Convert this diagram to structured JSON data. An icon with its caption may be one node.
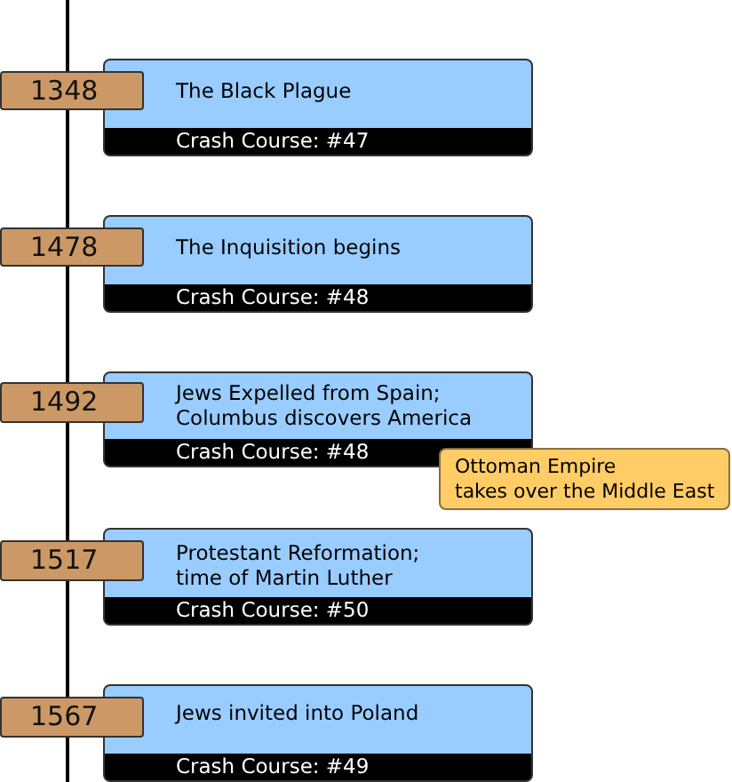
{
  "diagram": {
    "nodes": [
      {
        "text": [
          "1348"
        ]
      },
      {
        "text": [
          "The Black Plague",
          "Crash Course: #47"
        ]
      },
      {
        "text": [
          "1478"
        ]
      },
      {
        "text": [
          "The Inquisition begins",
          "Crash Course: #48"
        ]
      },
      {
        "text": [
          "1492"
        ]
      },
      {
        "text": [
          "Jews Expelled from Spain; Columbus discovers America",
          "Crash Course: #48"
        ]
      },
      {
        "text": [
          "Ottoman Empire takes over the Middle East"
        ]
      },
      {
        "text": [
          "1517"
        ]
      },
      {
        "text": [
          "Protestant Reformation; time of Martin Luther",
          "Crash Course: #50"
        ]
      },
      {
        "text": [
          "1567"
        ]
      },
      {
        "text": [
          "Jews invited into Poland",
          "Crash Course: #49"
        ]
      }
    ]
  }
}
